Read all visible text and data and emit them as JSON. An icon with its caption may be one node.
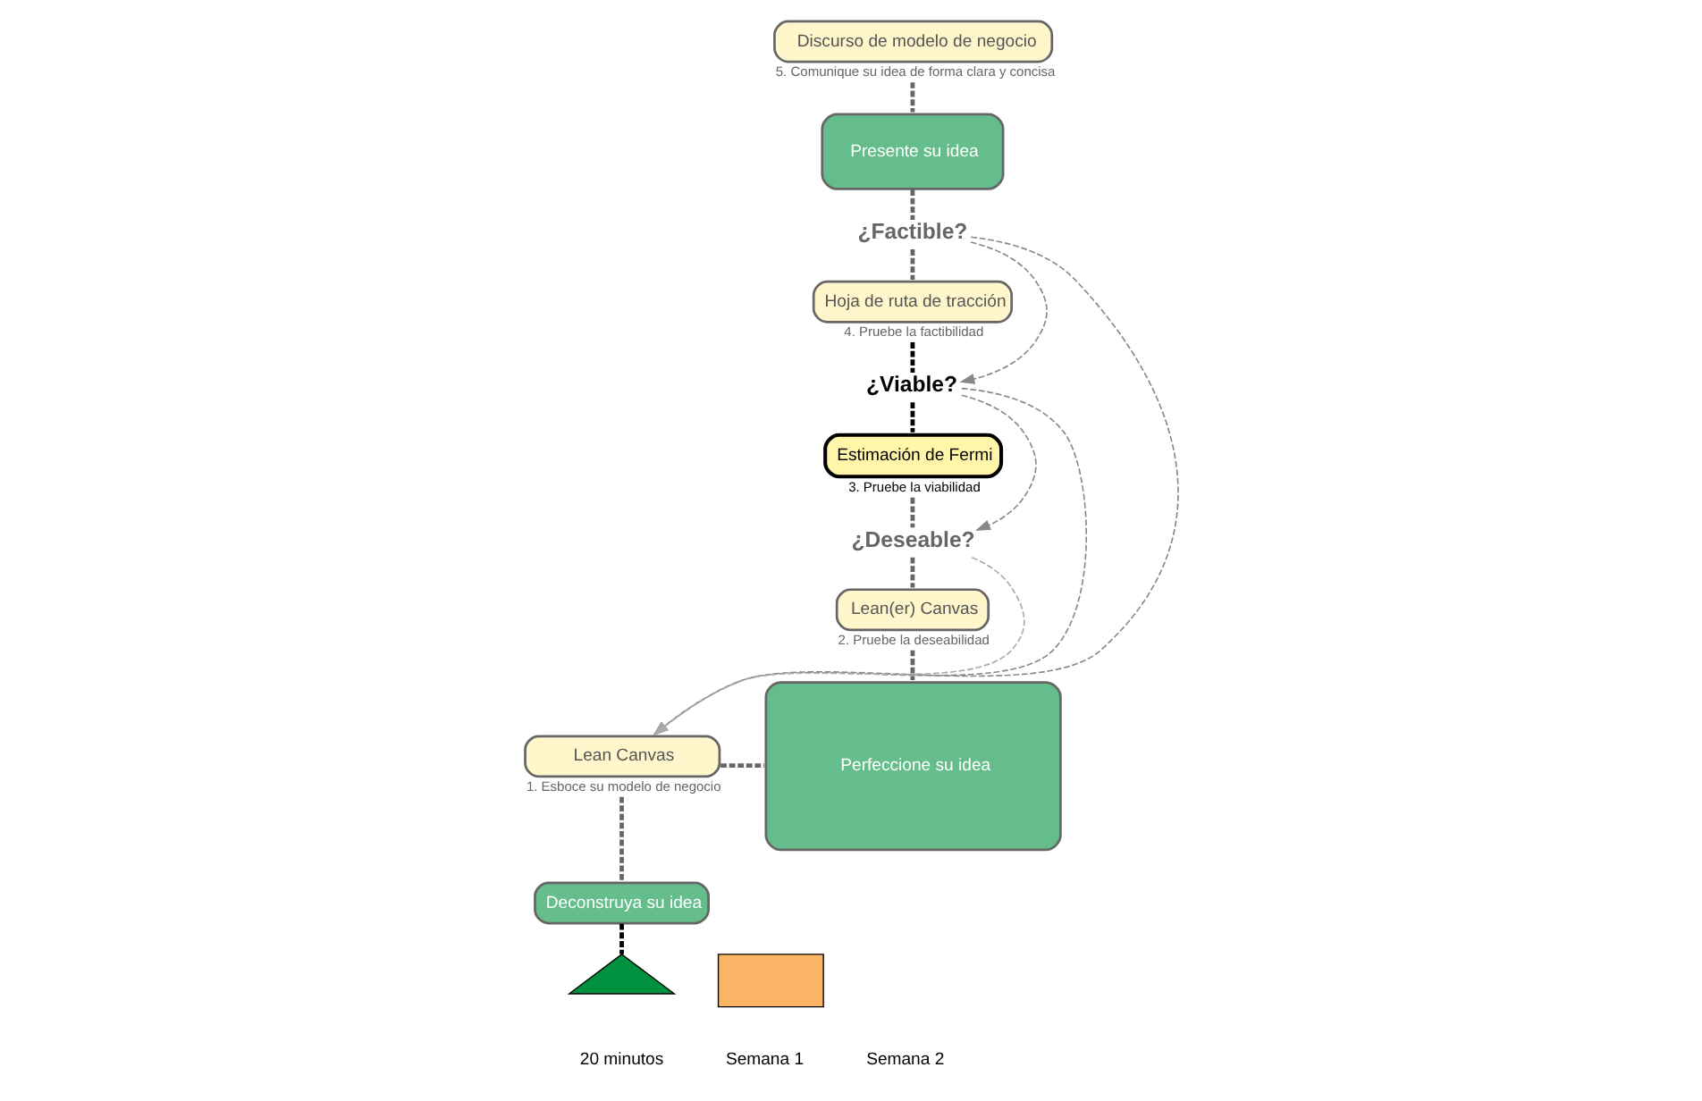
{
  "diagram": {
    "nodes": [
      {
        "text": [
          "Discurso de modelo de negocio"
        ],
        "beside": [
          "5. Comunique su idea de forma clara y concisa"
        ]
      },
      {
        "text": [
          "Presente su idea"
        ]
      },
      {
        "text": [
          "¿Factible?"
        ]
      },
      {
        "text": [
          "Hoja de ruta de tracción"
        ],
        "beside": [
          "4. Pruebe la factibilidad"
        ]
      },
      {
        "text": [
          "¿Viable?"
        ]
      },
      {
        "text": [
          "Estimación de Fermi"
        ],
        "beside": [
          "3. Pruebe la viabilidad"
        ]
      },
      {
        "text": [
          "¿Deseable?"
        ]
      },
      {
        "text": [
          "Lean(er) Canvas"
        ],
        "beside": [
          "2. Pruebe la deseabilidad"
        ]
      },
      {
        "text": [
          "Lean Canvas"
        ],
        "beside": [
          "1. Esboce su modelo de negocio"
        ]
      },
      {
        "text": [
          "Perfeccione su idea"
        ]
      },
      {
        "text": [
          "Deconstruya su idea"
        ]
      },
      {
        "text": [],
        "shape": "triangle"
      },
      {
        "text": [],
        "shape": "box"
      }
    ],
    "edges": [
      {
        "from": 0,
        "to": 1,
        "arrow": "none",
        "style": "dashed",
        "color": "#666666"
      },
      {
        "from": 1,
        "to": 2,
        "arrow": "none",
        "style": "dashed",
        "color": "#666666"
      },
      {
        "from": 2,
        "to": 3,
        "arrow": "none",
        "style": "dashed",
        "color": "#666666"
      },
      {
        "from": 3,
        "to": 4,
        "arrow": "none",
        "style": "dashed",
        "color": "#000000"
      },
      {
        "from": 4,
        "to": 5,
        "arrow": "none",
        "style": "dashed",
        "color": "#000000"
      },
      {
        "from": 5,
        "to": 6,
        "arrow": "none",
        "style": "dashed",
        "color": "#666666"
      },
      {
        "from": 6,
        "to": 7,
        "arrow": "none",
        "style": "dashed",
        "color": "#666666"
      },
      {
        "from": 7,
        "to": 9,
        "arrow": "none",
        "style": "dashed",
        "color": "#666666"
      },
      {
        "from": 8,
        "to": 9,
        "arrow": "none",
        "style": "dashed",
        "color": "#666666"
      },
      {
        "from": 8,
        "to": 10,
        "arrow": "none",
        "style": "dashed",
        "color": "#666666"
      },
      {
        "from": 10,
        "to": 11,
        "arrow": "none",
        "style": "dashed",
        "color": "#000000"
      },
      {
        "from": 2,
        "to": 4,
        "arrow": "to",
        "style": "dashed",
        "color": "#888888"
      },
      {
        "from": 2,
        "to": 8,
        "arrow": "to",
        "style": "dashed",
        "color": "#888888"
      },
      {
        "from": 4,
        "to": 6,
        "arrow": "to",
        "style": "dashed",
        "color": "#888888"
      },
      {
        "from": 4,
        "to": 8,
        "arrow": "to",
        "style": "dashed",
        "color": "#888888"
      },
      {
        "from": 6,
        "to": 8,
        "arrow": "to",
        "style": "dashed",
        "color": "#aaaaaa"
      }
    ],
    "labels": [
      "20 minutos",
      "Semana 1",
      "Semana 2"
    ]
  }
}
